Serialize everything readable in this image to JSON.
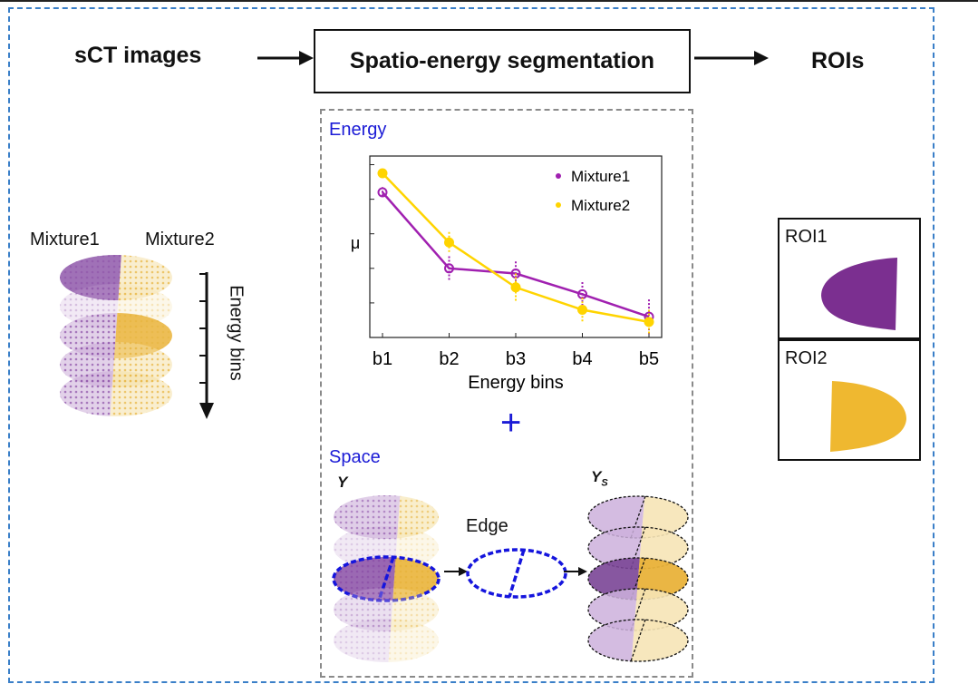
{
  "header": {
    "input_label": "sCT images",
    "process_label": "Spatio-energy segmentation",
    "output_label": "ROIs"
  },
  "left": {
    "material1": "Mixture1",
    "material2": "Mixture2",
    "axis_label": "Energy bins"
  },
  "energy_panel": {
    "title": "Energy"
  },
  "chart_data": {
    "type": "line",
    "categories": [
      "b1",
      "b2",
      "b3",
      "b4",
      "b5"
    ],
    "series": [
      {
        "name": "Mixture1",
        "values": [
          0.84,
          0.4,
          0.37,
          0.25,
          0.12
        ],
        "error": [
          0.03,
          0.07,
          0.07,
          0.07,
          0.1
        ]
      },
      {
        "name": "Mixture2",
        "values": [
          0.95,
          0.55,
          0.29,
          0.16,
          0.09
        ],
        "error": [
          0.02,
          0.06,
          0.08,
          0.07,
          0.07
        ]
      }
    ],
    "xlabel": "Energy bins",
    "ylabel": "μ",
    "ylim": [
      0,
      1.05
    ],
    "legend": "top-right",
    "colors": {
      "Mixture1": "#a020b0",
      "Mixture2": "#ffd400"
    }
  },
  "plus": "+",
  "space_panel": {
    "title": "Space",
    "y_label": "Y",
    "edge_label": "Edge",
    "ys_label": "Y",
    "ys_subscript": "S"
  },
  "rois": [
    {
      "label": "ROI1",
      "color": "#7b2f90"
    },
    {
      "label": "ROI2",
      "color": "#efb830"
    }
  ],
  "colors": {
    "purple": "#8a4fa6",
    "gold": "#eab43a",
    "edge_blue": "#1515dd",
    "frame_blue": "#3a7fc8"
  }
}
